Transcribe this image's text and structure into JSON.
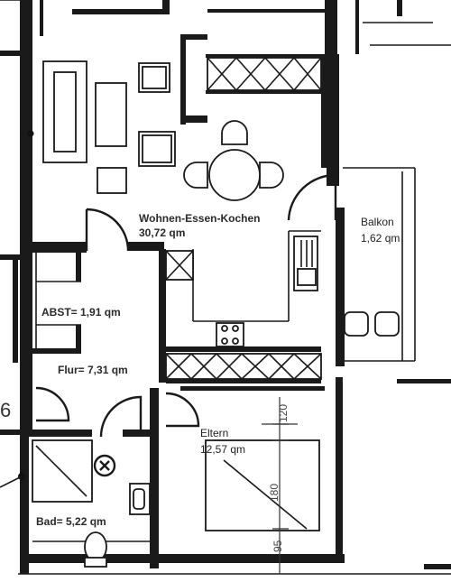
{
  "rooms": {
    "wohnen": {
      "name": "Wohnen-Essen-Kochen",
      "area": "30,72 qm"
    },
    "balkon": {
      "name": "Balkon",
      "area": "1,62 qm"
    },
    "abst": {
      "label": "ABST= 1,91 qm"
    },
    "flur": {
      "label": "Flur= 7,31 qm"
    },
    "eltern": {
      "name": "Eltern",
      "area": "12,57 qm"
    },
    "bad": {
      "label": "Bad= 5,22 qm"
    }
  },
  "dimensions": {
    "d120": "120",
    "d180": "180",
    "d95": "95"
  },
  "unit_number": "6"
}
